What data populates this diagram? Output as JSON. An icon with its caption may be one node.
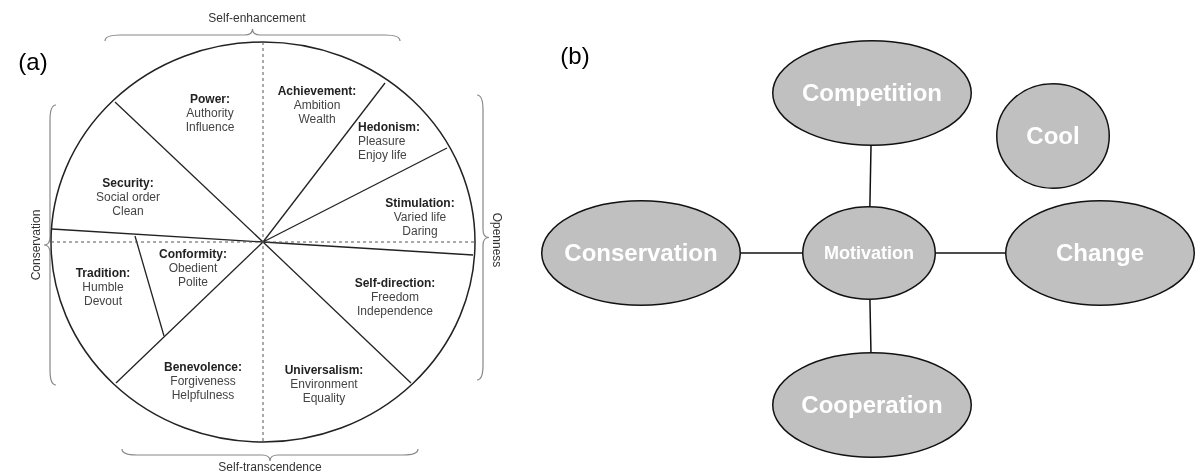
{
  "diagram": {
    "nodes": [
      {
        "text": [],
        "shape": "circle"
      },
      {
        "text": [
          "Power:",
          "Authority",
          "Influence"
        ],
        "in": 0
      },
      {
        "text": [
          "Achievement:",
          "Ambition",
          "Wealth"
        ],
        "in": 0
      },
      {
        "text": [
          "Hedonism:",
          "Pleasure",
          "Enjoy life"
        ],
        "in": 0
      },
      {
        "text": [
          "Stimulation:",
          "Varied life",
          "Daring"
        ],
        "in": 0
      },
      {
        "text": [
          "Security:",
          "Social order",
          "Clean"
        ],
        "in": 0
      },
      {
        "text": [
          "Tradition:",
          "Humble",
          "Devout"
        ],
        "in": 0
      },
      {
        "text": [
          "Conformity:",
          "Obedient",
          "Polite"
        ],
        "in": 0
      },
      {
        "text": [
          "Self-direction:",
          "Freedom",
          "Independence"
        ],
        "in": 0
      },
      {
        "text": [
          "Benevolence:",
          "Forgiveness",
          "Helpfulness"
        ],
        "in": 0
      },
      {
        "text": [
          "Universalism:",
          "Environment",
          "Equality"
        ],
        "in": 0
      },
      {
        "text": [
          "Competition"
        ]
      },
      {
        "text": [
          "Cool"
        ]
      },
      {
        "text": [
          "Conservation"
        ]
      },
      {
        "text": [
          "Motivation"
        ]
      },
      {
        "text": [
          "Change"
        ]
      },
      {
        "text": [
          "Cooperation"
        ]
      }
    ],
    "edges": [
      {
        "from": 14,
        "to": 11,
        "arrow": "none"
      },
      {
        "from": 13,
        "to": 14,
        "arrow": "none"
      },
      {
        "from": 14,
        "to": 15,
        "arrow": "none"
      },
      {
        "from": 14,
        "to": 16,
        "arrow": "none"
      }
    ],
    "labels": [
      "Self-enhancement",
      "(a)",
      "Conservation",
      "Openness",
      "Self-transcendence",
      "(b)"
    ]
  }
}
